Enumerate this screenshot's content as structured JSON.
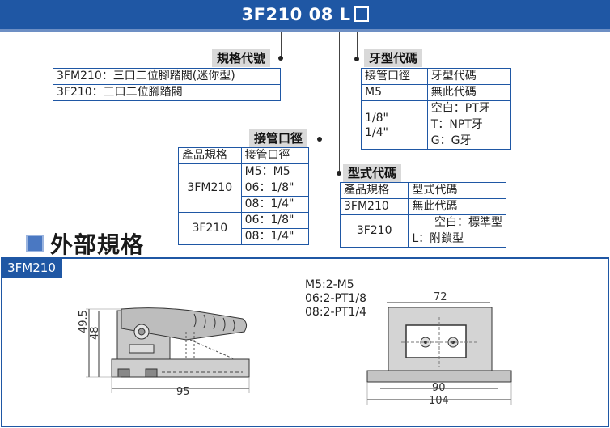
{
  "model_code": "3F210 08 L",
  "size_spec": {
    "label": "規格代號",
    "rows": [
      "3FM210：三口二位腳踏閥(迷你型)",
      "3F210：三口二位腳踏閥"
    ]
  },
  "port_size": {
    "label": "接管口徑",
    "headers": [
      "產品規格",
      "接管口徑"
    ],
    "groups": [
      {
        "model": "3FM210",
        "options": [
          "M5：M5",
          "06：1/8\"",
          "08：1/4\""
        ]
      },
      {
        "model": "3F210",
        "options": [
          "06：1/8\"",
          "08：1/4\""
        ]
      }
    ]
  },
  "thread_type": {
    "label": "牙型代碼",
    "headers": [
      "接管口徑",
      "牙型代碼"
    ],
    "row1": {
      "port": "M5",
      "code": "無此代碼"
    },
    "row2": {
      "port_a": "1/8\"",
      "port_b": "1/4\"",
      "codes": [
        "空白：PT牙",
        "T：NPT牙",
        "G：G牙"
      ]
    }
  },
  "style_code": {
    "label": "型式代碼",
    "headers": [
      "產品規格",
      "型式代碼"
    ],
    "row1": {
      "model": "3FM210",
      "code": "無此代碼"
    },
    "row2": {
      "model": "3F210",
      "codes": [
        "空白：標準型",
        "L：附鎖型"
      ]
    }
  },
  "section": {
    "title": "外部規格",
    "tab": "3FM210"
  },
  "drawing": {
    "port_notes": [
      "M5:2-M5",
      "06:2-PT1/8",
      "08:2-PT1/4"
    ],
    "dims_side": {
      "length": "95",
      "height_a": "49.5",
      "height_b": "48"
    },
    "dims_top": {
      "width_top": "72",
      "width_inner": "90",
      "width_outer": "104"
    }
  },
  "colors": {
    "accent": "#1f57a4",
    "label_bg": "#d9d9d9"
  }
}
